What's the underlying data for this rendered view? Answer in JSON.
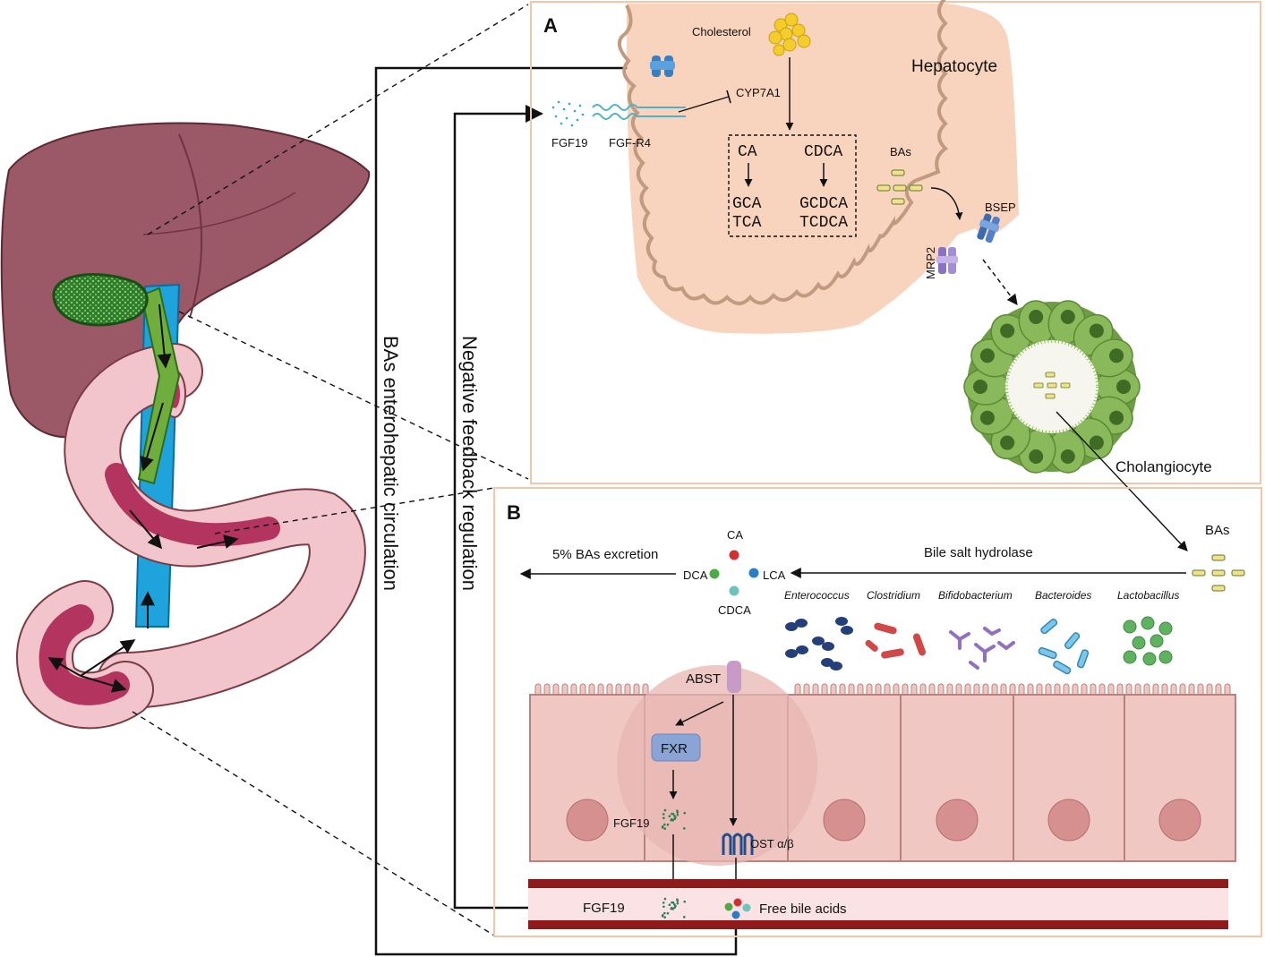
{
  "panel_a": {
    "letter": "A",
    "hepatocyte": "Hepatocyte",
    "cholesterol": "Cholesterol",
    "cyp7a1": "CYP7A1",
    "fgf19": "FGF19",
    "fgfr4": "FGF-R4",
    "ca": "CA",
    "cdca": "CDCA",
    "gca": "GCA",
    "tca": "TCA",
    "gcdca": "GCDCA",
    "tcdca": "TCDCA",
    "bas": "BAs",
    "bsep": "BSEP",
    "mrp2": "MRP2",
    "cholangiocyte": "Cholangiocyte"
  },
  "panel_b": {
    "letter": "B",
    "bas": "BAs",
    "bile_salt_hydrolase": "Bile salt hydrolase",
    "excretion": "5% BAs excretion",
    "ca": "CA",
    "dca": "DCA",
    "lca": "LCA",
    "cdca": "CDCA",
    "bacteria": [
      "Enterococcus",
      "Clostridium",
      "Bifidobacterium",
      "Bacteroides",
      "Lactobacillus"
    ],
    "abst": "ABST",
    "fxr": "FXR",
    "fgf19_cell": "FGF19",
    "ost": "OST α/β",
    "fgf19_blood": "FGF19",
    "free_bile_acids": "Free bile acids"
  },
  "side_labels": {
    "enterohepatic": "BAs enterohepatic circulation",
    "feedback": "Negative feedback regulation"
  },
  "colors": {
    "liver": "#9b5866",
    "hepatocyte": "#f8d3bd",
    "hepatocyte_border": "#c19a80",
    "gallbladder": "#3d8f3a",
    "bile_duct": "#6fae3c",
    "vein": "#1fa3dd",
    "intestine": "#f1c5cb",
    "intestine_inner": "#b2345f",
    "enterocyte": "#f0c7c2",
    "cholangiocyte": "#89b95a",
    "blood": "#8e1a1a",
    "fxr": "#8aa4d6",
    "abst": "#c89ac8",
    "ca_dot": "#d23030",
    "dca_dot": "#4daa44",
    "lca_dot": "#2a7fc4",
    "cdca_dot": "#6cc4bb"
  }
}
